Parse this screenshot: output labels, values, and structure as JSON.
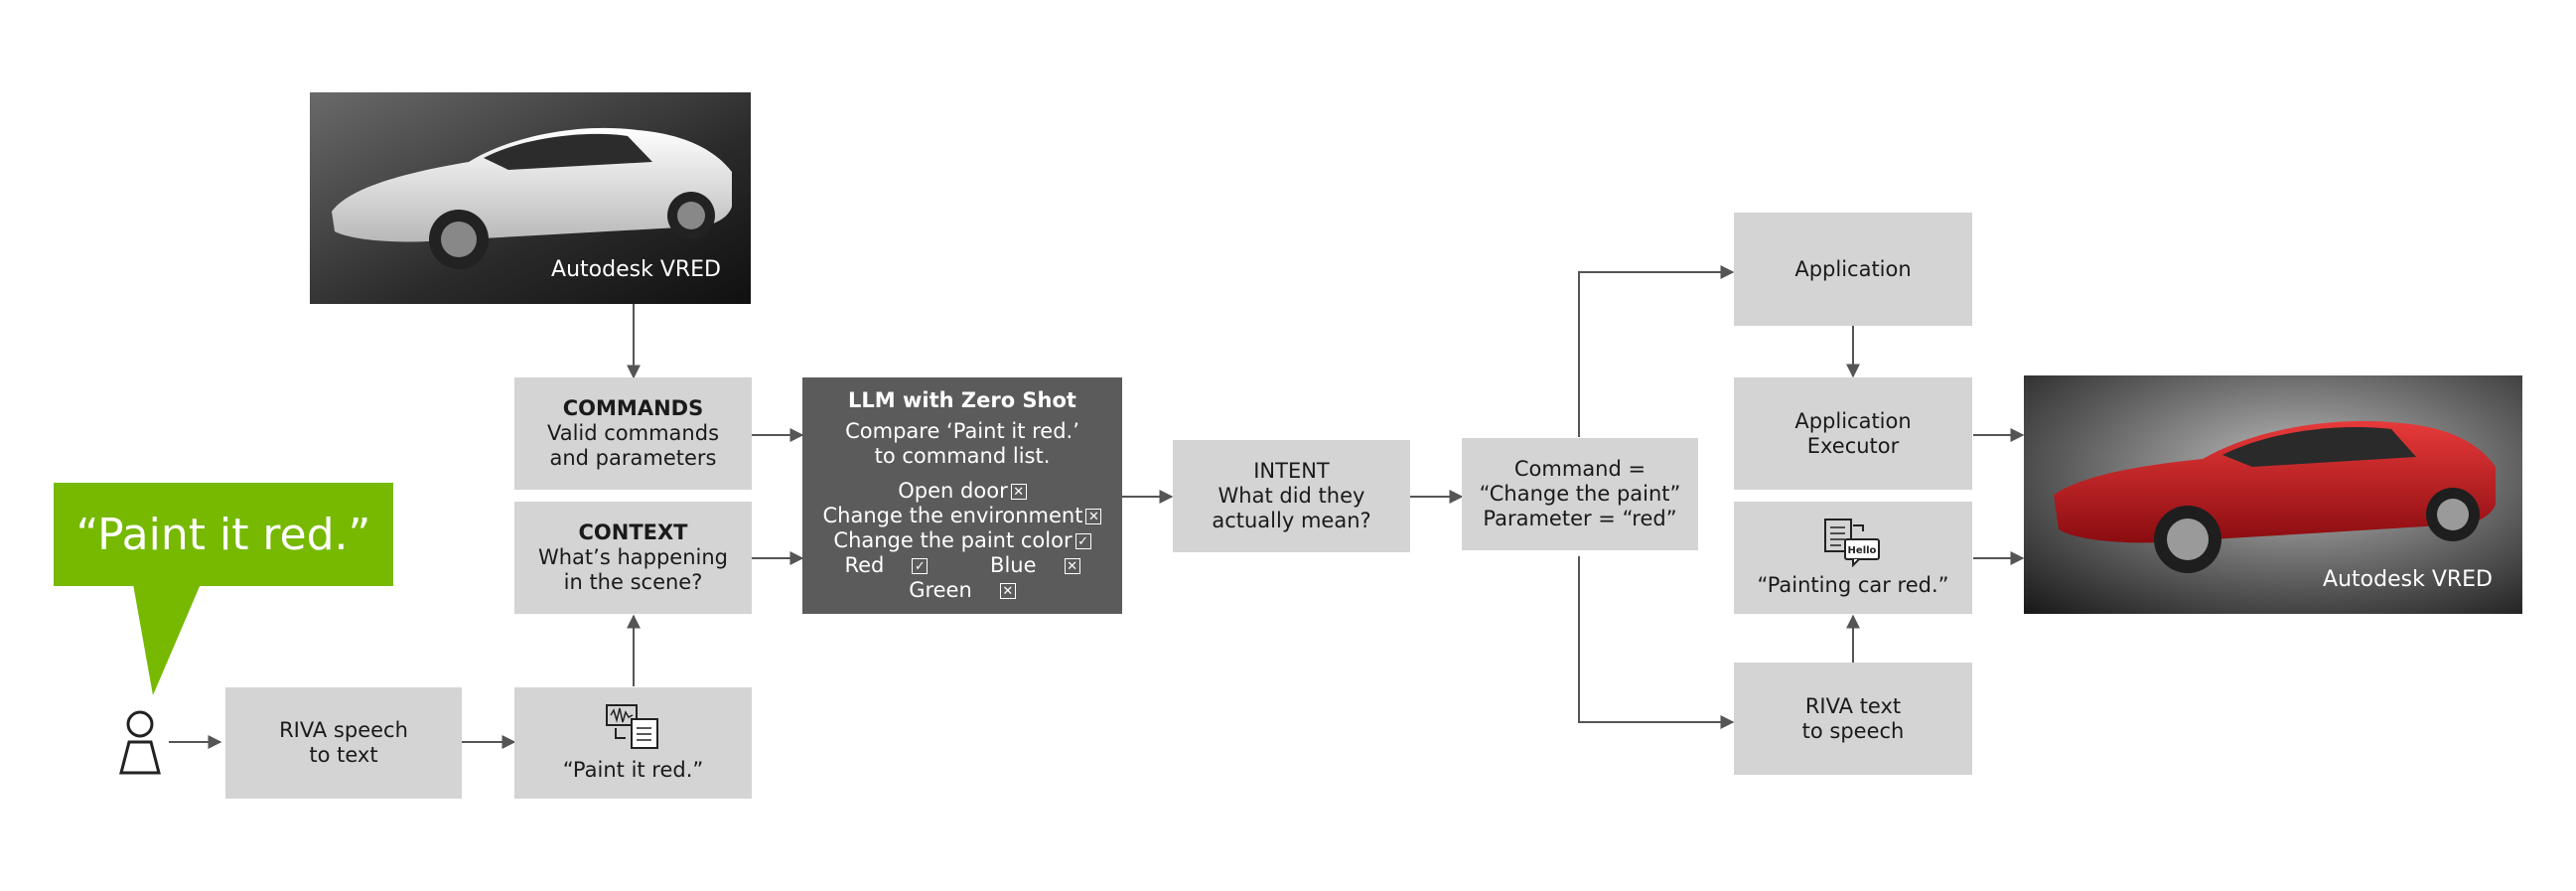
{
  "images": {
    "top_caption": "Autodesk VRED",
    "right_caption": "Autodesk VRED"
  },
  "bubble": {
    "text": "“Paint it red.”"
  },
  "boxes": {
    "riva_stt": {
      "line1": "RIVA speech",
      "line2": "to text"
    },
    "stt_output": {
      "text": "“Paint it red.”"
    },
    "commands": {
      "title": "COMMANDS",
      "line1": "Valid commands",
      "line2": "and parameters"
    },
    "context": {
      "title": "CONTEXT",
      "line1": "What’s happening",
      "line2": "in the scene?"
    },
    "llm": {
      "title": "LLM with Zero Shot",
      "line1": "Compare ‘Paint it red.’",
      "line2": "to command list.",
      "options": [
        "Open door",
        "Change the environment",
        "Change the paint color"
      ],
      "colors": [
        "Red",
        "Blue",
        "Green"
      ],
      "check": "✓",
      "cross": "✕"
    },
    "intent": {
      "line1": "INTENT",
      "line2": "What did they",
      "line3": "actually mean?"
    },
    "command": {
      "line1": "Command =",
      "line2": "“Change the paint”",
      "line3": "Parameter = “red”"
    },
    "application": {
      "text": "Application"
    },
    "executor": {
      "line1": "Application",
      "line2": "Executor"
    },
    "tts_output": {
      "text": "“Painting car red.”",
      "icon_text": "Hello"
    },
    "riva_tts": {
      "line1": "RIVA text",
      "line2": "to speech"
    }
  },
  "colors": {
    "accent": "#76b900",
    "box": "#d4d4d4",
    "dark_box": "#5b5b5b",
    "car_right": "#c0181e"
  }
}
